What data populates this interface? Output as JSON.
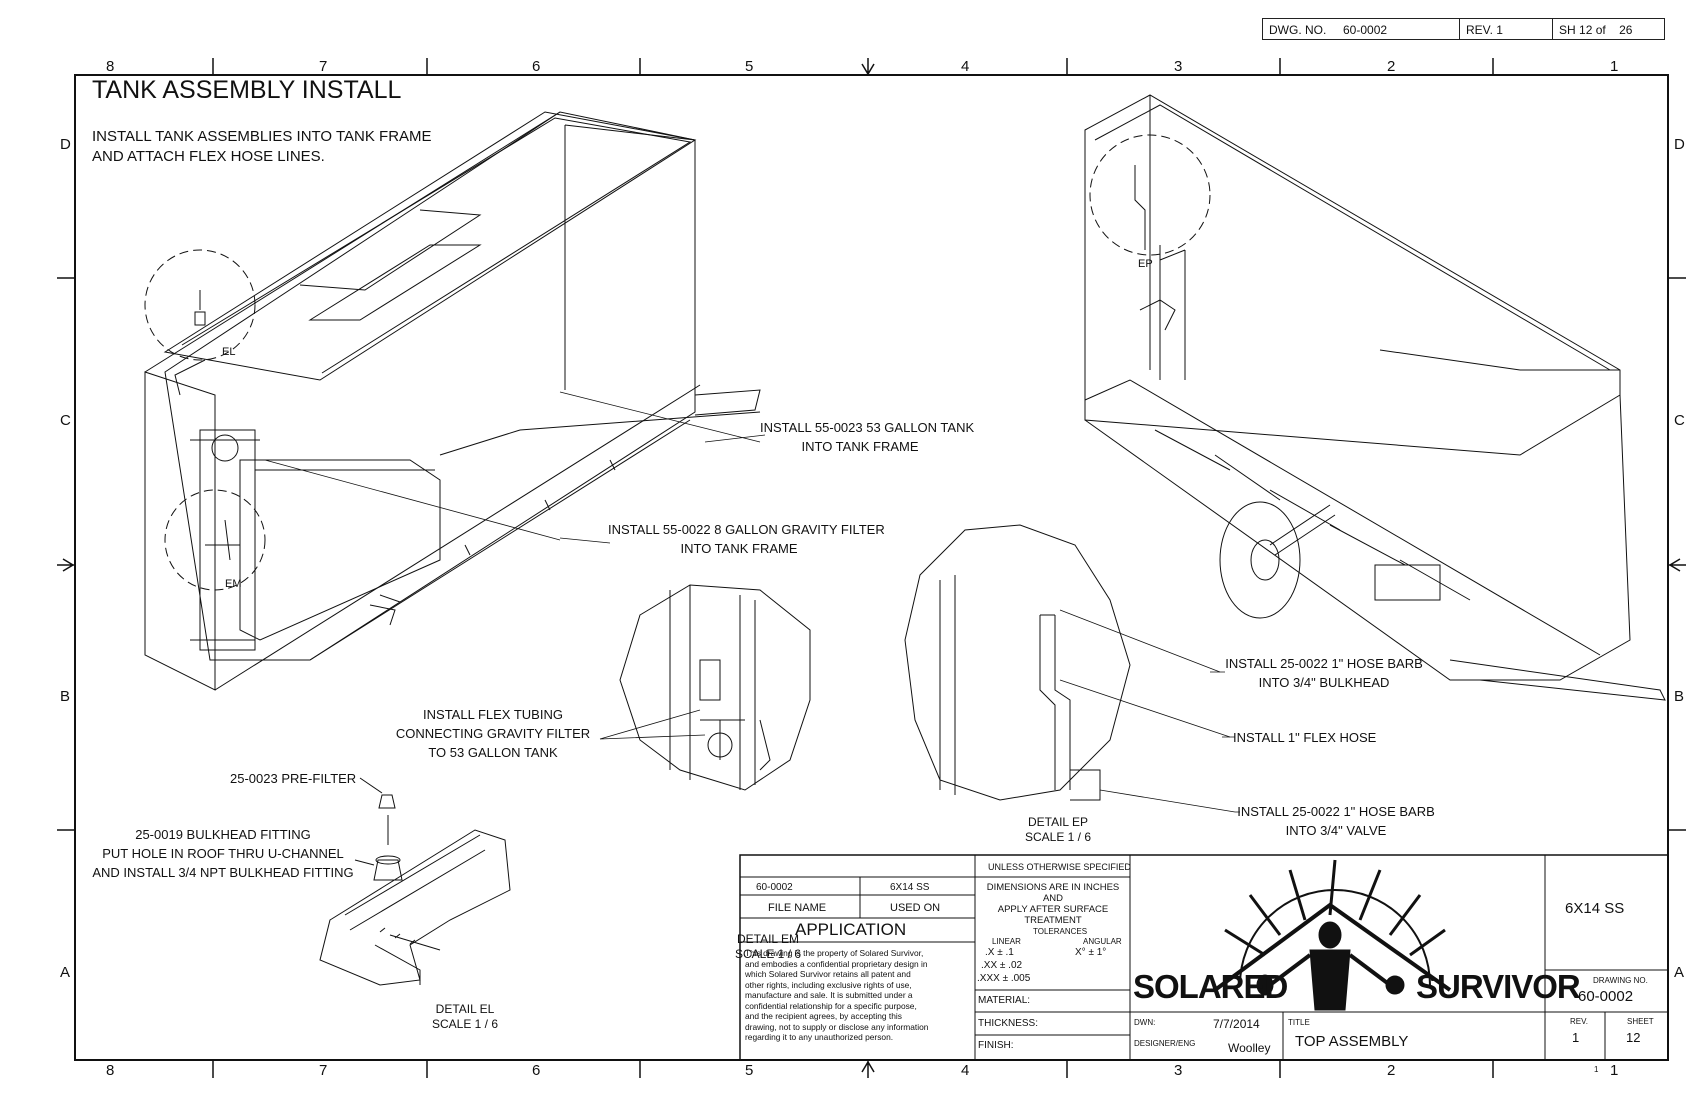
{
  "header": {
    "dwg_label": "DWG. NO.",
    "dwg_no": "60-0002",
    "rev": "REV. 1",
    "sheet_prefix": "SH",
    "sheet_no": "12",
    "sheet_of": "of",
    "sheet_total": "26"
  },
  "zones": {
    "columns": [
      "8",
      "7",
      "6",
      "5",
      "4",
      "3",
      "2",
      "1"
    ],
    "rows": [
      "D",
      "C",
      "B",
      "A"
    ]
  },
  "page": {
    "title": "TANK ASSEMBLY INSTALL",
    "instruction_line1": "INSTALL TANK ASSEMBLIES INTO TANK FRAME",
    "instruction_line2": "AND ATTACH FLEX HOSE LINES."
  },
  "callouts": {
    "tank53_line1": "INSTALL 55-0023 53 GALLON TANK",
    "tank53_line2": "INTO TANK FRAME",
    "filter8_line1": "INSTALL 55-0022 8 GALLON GRAVITY FILTER",
    "filter8_line2": "INTO TANK FRAME",
    "flex_line1": "INSTALL FLEX TUBING",
    "flex_line2": "CONNECTING GRAVITY FILTER",
    "flex_line3": "TO 53 GALLON TANK",
    "prefilter": "25-0023 PRE-FILTER",
    "bulkhead_line1": "25-0019 BULKHEAD FITTING",
    "bulkhead_line2": "PUT HOLE IN ROOF THRU U-CHANNEL",
    "bulkhead_line3": "AND INSTALL 3/4 NPT BULKHEAD FITTING",
    "hosebarb1_line1": "INSTALL 25-0022 1\" HOSE BARB",
    "hosebarb1_line2": "INTO 3/4\" BULKHEAD",
    "flexhose": "INSTALL 1\" FLEX HOSE",
    "hosebarb2_line1": "INSTALL 25-0022 1\" HOSE BARB",
    "hosebarb2_line2": "INTO 3/4\" VALVE"
  },
  "details": {
    "el_label": "EL",
    "em_label": "EM",
    "ep_label": "EP",
    "el_title": "DETAIL  EL",
    "el_scale": "SCALE 1 / 6",
    "em_title": "DETAIL  EM",
    "em_scale": "SCALE 1 / 6",
    "ep_title": "DETAIL  EP",
    "ep_scale": "SCALE 1 / 6"
  },
  "title_block": {
    "part_no": "60-0002",
    "model": "6X14 SS",
    "file_name_label": "FILE NAME",
    "used_on_label": "USED ON",
    "application_label": "APPLICATION",
    "unless_note": "UNLESS OTHERWISE SPECIFIED",
    "dims_line1": "DIMENSIONS ARE IN INCHES",
    "dims_line2": "AND",
    "dims_line3": "APPLY AFTER SURFACE",
    "dims_line4": "TREATMENT",
    "tolerances_label": "TOLERANCES",
    "linear_label": "LINEAR",
    "angular_label": "ANGULAR",
    "tol_1": ".X ± .1",
    "tol_2": ".XX ± .02",
    "tol_3": ".XXX ± .005",
    "tol_ang": "X° ± 1°",
    "material_label": "MATERIAL:",
    "thickness_label": "THICKNESS:",
    "finish_label": "FINISH:",
    "proprietary": [
      "This drawing is the property of Solared Survivor,",
      "and embodies a confidential proprietary design in",
      "which Solared Survivor retains all patent and",
      "other rights, including exclusive rights of use,",
      "manufacture and sale. It is submitted under a",
      "confidential relationship for a specific purpose,",
      "and the recipient agrees, by accepting this",
      "drawing, not to supply or disclose any information",
      "regarding it to any unauthorized person."
    ],
    "dwn_label": "DWN:",
    "dwn_date": "7/7/2014",
    "designer_label": "DESIGNER/ENG",
    "designer": "Woolley",
    "title_label": "TITLE",
    "title": "TOP ASSEMBLY",
    "company_logo_left": "SOLARED",
    "company_logo_right": "SURVIVOR",
    "model_right": "6X14 SS",
    "drawing_no_label": "DRAWING NO.",
    "drawing_no": "60-0002",
    "rev_label": "REV.",
    "rev_value": "1",
    "sheet_label": "SHEET",
    "sheet_value": "12",
    "footnote": "1"
  }
}
